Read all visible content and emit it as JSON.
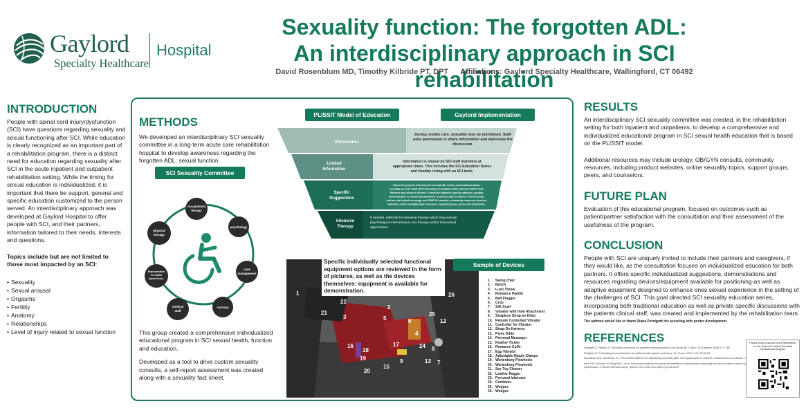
{
  "header": {
    "logo_name": "Gaylord",
    "logo_subtitle": "Specialty Healthcare",
    "logo_hospital": "Hospital",
    "title_line1": "Sexuality function: The forgotten ADL:",
    "title_line2": "An interdisciplinary approach in SCI rehabilitation",
    "authors": "David Rosenblum MD, Timothy Kilbride PT, DPT",
    "affiliations_label": "Affiliations:",
    "affiliations": "Gaylord Specialty Healthcare, Wallingford, CT 06492"
  },
  "introduction": {
    "heading": "INTRODUCTION",
    "body": "People with spinal cord injury/dysfunction (SCI) have questions regarding sexuality and sexual functioning after SCI. While education is clearly recognized as an important part of a rehabilitation program, there is a distinct need for education regarding sexuality after SCI in the acute inpatient and outpatient rehabilitation setting. While the timing for sexual education is individualized, it is important that there be support, general and specific education customized to the person served. An interdisciplinary approach was developed at Gaylord Hospital to offer people with SCI, and their partners, information tailored to their needs, interests and questions.",
    "topics_heading": "Topics include but are not limited to those most impacted by an SCI:",
    "topics": [
      "Sexuality",
      "Sexual arousal",
      "Orgasms",
      "Fertility",
      "Anatomy",
      "Relationships",
      "Level of injury related to sexual function"
    ]
  },
  "methods": {
    "heading": "METHODS",
    "body1": "We developed an interdisciplinary SCI sexuality committee in a long-term acute care rehabilitation hospital to develop awareness regarding the forgotten ADL: sexual function.",
    "committee_label": "SCI Sexuality Committee",
    "committee_members": [
      "occupational therapy",
      "psychology",
      "case management",
      "nursing",
      "medical staff",
      "Representative for United Spinal Assoc.",
      "physical therapy"
    ],
    "body2": "This group created a comprehensive individualized educational program in SCI sexual health, function and education.",
    "body3": "Developed as a tool to drive custom sexuality consults, a self-report assessment was created along with a sexuality fact sheet.",
    "plissit_label": "PLISSIT Model of Education",
    "implementation_label": "Gaylord Implementation",
    "plissit_levels": [
      {
        "name": "Permission",
        "text1": "During routine care, sexuality may be mentioned. Staff",
        "text2": "asks permission to share information and welcomes the",
        "text3": "discussion."
      },
      {
        "name1": "Limited",
        "name2": "Information",
        "text1": "Information is shared by SCI staff members at",
        "text2": "appropriate times. This includes the SCI Education Series",
        "text3": "and Healthy Living with an SCI book."
      },
      {
        "name1": "Specific",
        "name2": "Suggestions",
        "text1": "Based on person's interest level and specific needs, conversations about",
        "text2": "sexuality are held. Staff offers Sexuality Consultation with selected staff is held.",
        "text3": "Partners may attend if desired. If useful for patient's specific situation, product",
        "text4": "demonstration is shared and additional resources may be offered. These include",
        "text5": "and are not limited to urology, and OB/GYN consults, community resources, product",
        "text6": "websites, online sexuality topic resources, support groups, peers, and counselors."
      },
      {
        "name1": "Intensive",
        "name2": "Therapy",
        "text1": "If needed, referrals for intensive therapy which may include",
        "text2": "psychological interventions, sex therapy and/or biomedical",
        "text3": "approaches."
      }
    ],
    "devices_caption": "Specific individually selected functional equipment options are reviewed in the form of pictures, as well as the devices themselves: equipment is available for demonstration.",
    "devices_label": "Sample of Devices",
    "photo_numbers": [
      "1",
      "22",
      "21",
      "3",
      "2",
      "5",
      "6",
      "25",
      "26",
      "12",
      "4",
      "16",
      "18",
      "17",
      "19",
      "24",
      "9",
      "8",
      "20",
      "15",
      "13",
      "7"
    ],
    "devices": [
      "Swing chair",
      "Bench",
      "Lush Throw",
      "Romance Paddle",
      "Belt Flogger",
      "Crop",
      "Silk Scarf",
      "Vibrator with Hole Attachment",
      "Strapless Strap-on Dildo",
      "Remote Controlled Vibrator",
      "Controller for Vibrator",
      "Strap-On Harness",
      "Penis Dildo",
      "Personal Massager",
      "Feather Tickler",
      "Romance Cuffs",
      "Egg Vibrator",
      "Adjustable Nipple Clamps",
      "Wartenberg Pinwheels",
      "Wartenberg Pinwheels",
      "Sex Toy Cleaner",
      "Leather flogger",
      "Personal lubricant",
      "Condoms",
      "Wedges",
      "Wedges"
    ]
  },
  "results": {
    "heading": "RESULTS",
    "body1": "An interdisciplinary SCI sexuality committee was created, in the rehabilitation setting for both inpatient and outpatients, to develop a comprehensive and individualized educational program in SCI sexual health education that is based on the PLISSIT model.",
    "body2": "Additional resources may include urology, OB/GYN consults, community resources, including product websites, online sexuality topics, support groups, peers, and counselors."
  },
  "future_plan": {
    "heading": "FUTURE PLAN",
    "body": "Evaluation of this educational program, focused on outcomes such as patient/partner satisfaction with the consultation and their assessment of the usefulness of the program."
  },
  "conclusion": {
    "heading": "CONCLUSION",
    "body": "People with SCI are uniquely  invited to include their partners and caregivers, if they would like, as the consultation focuses on individualized education for both partners. It offers specific individualized suggestions, demonstrations and resources regarding devices/equipment available for positioning-as well as adaptive equipment designed to enhance ones sexual experience in the setting of the challenges of SCI. This goal directed SCI sexuality education series, incorporating both traditional education as well as private specific discussions with the patients clinical staff, was created and implemented by the rehabilitation team.",
    "thanks": "The authors would like to thank Diana Pernigotti for assisting with poster development."
  },
  "references": {
    "heading": "REFERENCES",
    "items": [
      "Rodgers S, Reisch S. Education provision for patients following spinal cord injury. Br J Nurs. 2018 March 26(3):177-180",
      "Rodgers S. Evaluating sexual function for patients with spinal cord injury. Br J Nurs. 2019. Vol 28:18-25",
      "Alexander MS, alexander CJ. Recommendations for discussing sexuality after SCI dysfunction in children, adolescents and adults. J Spinal Cord Med 2007 30:S65-70",
      "New PW, Seddon M, Redpath C et al. Recommendations for spinal rehabilitation professionals regarding sexual education needs and preferences of people with spinal cord dysfunction: a mixed methods study. Spinal Cord 2016 Dec 54(12):1203-1209"
    ]
  },
  "qr": {
    "text": "Please scan to access more information on the Gaylord Hospital Sexuality Occupational program."
  }
}
